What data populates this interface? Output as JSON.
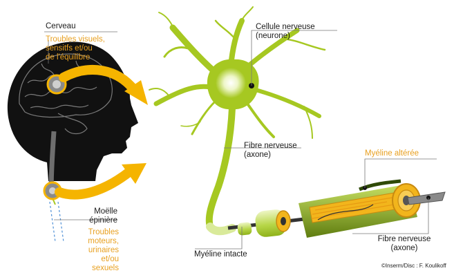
{
  "labels": {
    "brain": "Cerveau",
    "brain_symptoms": "Troubles visuels,\nsensitfs et/ou\nde l'équilibre",
    "neuron": "Cellule nerveuse\n(neurone)",
    "fiber_upper": "Fibre nerveuse\n(axone)",
    "spinal_cord": "Moëlle\népinière",
    "spinal_symptoms": "Troubles\nmoteurs,\nurinaires\net/ou sexuels",
    "myelin_intact": "Myéline intacte",
    "myelin_altered": "Myéline altérée",
    "fiber_lower": "Fibre nerveuse\n(axone)"
  },
  "credit": "©Inserm/Disc : F. Koulikoff",
  "colors": {
    "head": "#111111",
    "neuron_green": "#a6c821",
    "light_green": "#d9ea9a",
    "arrow_yellow": "#f5b400",
    "label_orange": "#e8a020",
    "myelin_yellow": "#f2b51c",
    "axon_gray": "#6e6e6e"
  }
}
